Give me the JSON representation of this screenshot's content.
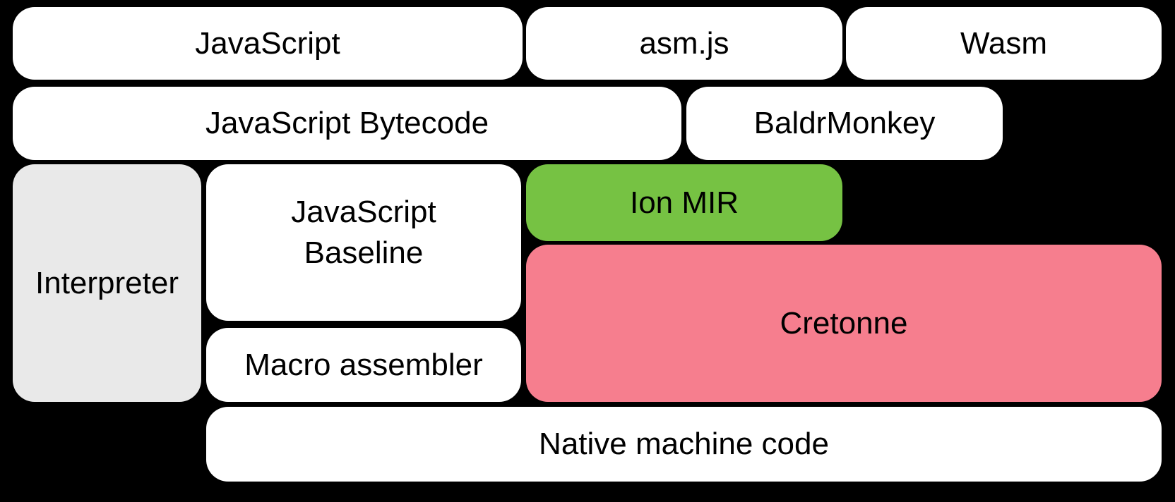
{
  "colors": {
    "background": "#000000",
    "node_default": "#ffffff",
    "node_interpreter": "#e9e9e9",
    "node_ion_mir": "#76c243",
    "node_cretonne": "#f67e8e",
    "text": "#000000"
  },
  "nodes": {
    "javascript": {
      "label": "JavaScript"
    },
    "asmjs": {
      "label": "asm.js"
    },
    "wasm": {
      "label": "Wasm"
    },
    "bytecode": {
      "label": "JavaScript Bytecode"
    },
    "baldrmonkey": {
      "label": "BaldrMonkey"
    },
    "interpreter": {
      "label": "Interpreter"
    },
    "baseline": {
      "label": "JavaScript\nBaseline"
    },
    "ion_mir": {
      "label": "Ion MIR"
    },
    "cretonne": {
      "label": "Cretonne"
    },
    "macro_assembler": {
      "label": "Macro assembler"
    },
    "native": {
      "label": "Native machine code"
    }
  }
}
